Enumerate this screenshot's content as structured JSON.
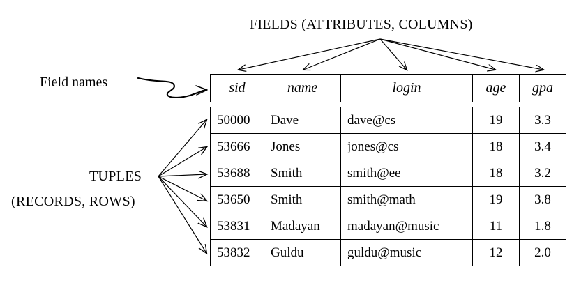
{
  "title": "Relational table anatomy diagram",
  "annotations": {
    "fields": "FIELDS (ATTRIBUTES, COLUMNS)",
    "field_names": "Field names",
    "tuples": "TUPLES",
    "records_rows": "(RECORDS, ROWS)"
  },
  "table": {
    "columns": [
      {
        "key": "sid",
        "label": "sid",
        "align": "left"
      },
      {
        "key": "name",
        "label": "name",
        "align": "left"
      },
      {
        "key": "login",
        "label": "login",
        "align": "left"
      },
      {
        "key": "age",
        "label": "age",
        "align": "center"
      },
      {
        "key": "gpa",
        "label": "gpa",
        "align": "center"
      }
    ],
    "rows": [
      {
        "sid": "50000",
        "name": "Dave",
        "login": "dave@cs",
        "age": "19",
        "gpa": "3.3"
      },
      {
        "sid": "53666",
        "name": "Jones",
        "login": "jones@cs",
        "age": "18",
        "gpa": "3.4"
      },
      {
        "sid": "53688",
        "name": "Smith",
        "login": "smith@ee",
        "age": "18",
        "gpa": "3.2"
      },
      {
        "sid": "53650",
        "name": "Smith",
        "login": "smith@math",
        "age": "19",
        "gpa": "3.8"
      },
      {
        "sid": "53831",
        "name": "Madayan",
        "login": "madayan@music",
        "age": "11",
        "gpa": "1.8"
      },
      {
        "sid": "53832",
        "name": "Guldu",
        "login": "guldu@music",
        "age": "12",
        "gpa": "2.0"
      }
    ]
  },
  "colors": {
    "ink": "#000000",
    "paper": "#ffffff"
  }
}
